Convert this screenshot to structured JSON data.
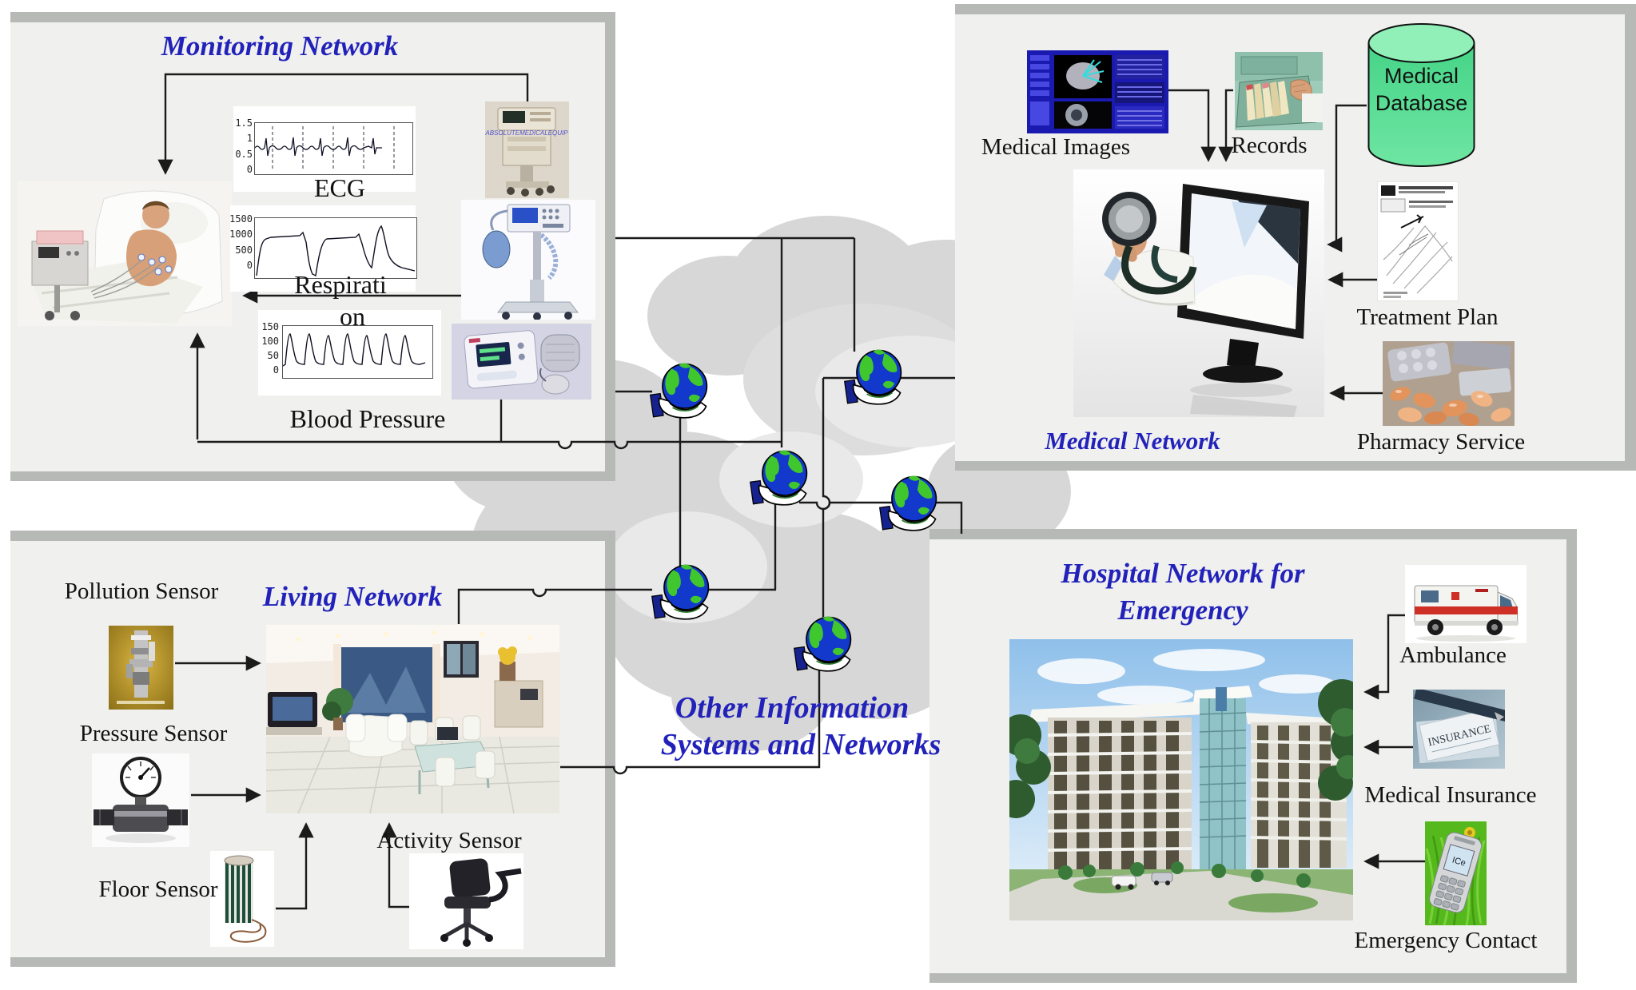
{
  "panels": {
    "monitoring": {
      "title": "Monitoring Network"
    },
    "medical": {
      "title": "Medical Network"
    },
    "living": {
      "title": "Living Network"
    },
    "hospital": {
      "title_line1": "Hospital Network for",
      "title_line2": "Emergency"
    }
  },
  "cloud": {
    "label_line1": "Other Information",
    "label_line2": "Systems and Networks"
  },
  "monitoring": {
    "ecg": {
      "label": "ECG",
      "yticks": [
        "1.5",
        "1",
        "0.5",
        "0"
      ]
    },
    "respiration": {
      "label_line1": "Respirati",
      "label_line2": "on",
      "yticks": [
        "1500",
        "1000",
        "500",
        "0"
      ]
    },
    "blood_pressure": {
      "label": "Blood Pressure",
      "yticks": [
        "150",
        "100",
        "50",
        "0"
      ]
    },
    "equipment_watermark": "ABSOLUTEMEDICALEQUIP"
  },
  "medical": {
    "images_label": "Medical Images",
    "records_label": "Records",
    "database_line1": "Medical",
    "database_line2": "Database",
    "treatment_label": "Treatment Plan",
    "pharmacy_label": "Pharmacy Service"
  },
  "living": {
    "pollution": "Pollution Sensor",
    "pressure": "Pressure Sensor",
    "floor": "Floor Sensor",
    "activity": "Activity Sensor"
  },
  "hospital": {
    "ambulance": "Ambulance",
    "insurance": "Medical Insurance",
    "emergency": "Emergency Contact",
    "insurance_doc_text": "INSURANCE",
    "phone_screen_text": "ICe"
  },
  "chart_data": [
    {
      "type": "line",
      "title": "ECG",
      "xlabel": "",
      "ylabel": "",
      "ytick_labels": [
        "0",
        "0.5",
        "1",
        "1.5"
      ],
      "ylim": [
        0,
        1.5
      ],
      "description": "ECG waveform oscillating around 1 with sharp QRS spikes marked by dashed vertical lines"
    },
    {
      "type": "line",
      "title": "Respiration",
      "xlabel": "",
      "ylabel": "",
      "ytick_labels": [
        "0",
        "500",
        "1000",
        "1500"
      ],
      "ylim": [
        0,
        1500
      ],
      "description": "Respiration volume plateaus near 700 with dips to 0 and one peak near 1000"
    },
    {
      "type": "line",
      "title": "Blood Pressure",
      "xlabel": "",
      "ylabel": "",
      "ytick_labels": [
        "0",
        "50",
        "100",
        "150"
      ],
      "ylim": [
        0,
        150
      ],
      "description": "Arterial pressure pulses: six peaks to ~130 returning to baseline ~50"
    }
  ]
}
